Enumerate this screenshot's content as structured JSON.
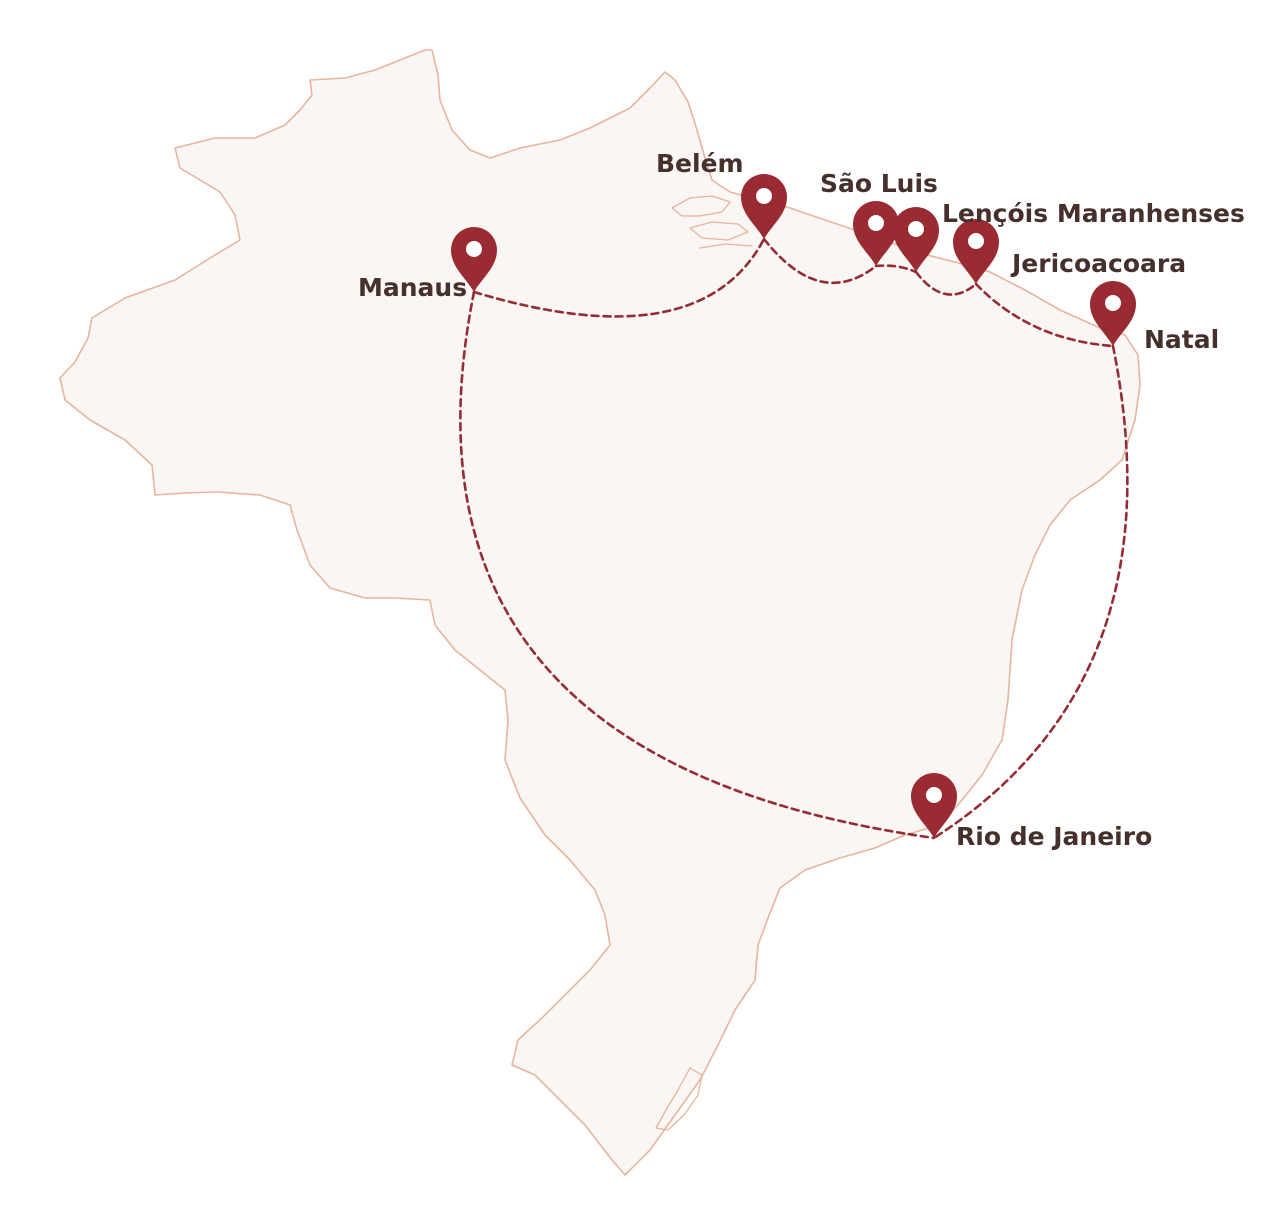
{
  "map": {
    "country": "Brazil",
    "colors": {
      "land": "#f9f6f3",
      "border": "#e7b49c",
      "route": "#952c33",
      "marker": "#9b2b32",
      "label": "#45302c"
    },
    "marker_icon": "map-pin-icon",
    "cities": [
      {
        "id": "manaus",
        "name": "Manaus"
      },
      {
        "id": "belem",
        "name": "Belém"
      },
      {
        "id": "sao-luis",
        "name": "São Luis"
      },
      {
        "id": "lencois",
        "name": "Lençóis Maranhenses"
      },
      {
        "id": "jericoacoara",
        "name": "Jericoacoara"
      },
      {
        "id": "natal",
        "name": "Natal"
      },
      {
        "id": "rio",
        "name": "Rio de Janeiro"
      }
    ],
    "routes": [
      {
        "from": "Manaus",
        "to": "Belém"
      },
      {
        "from": "Belém",
        "to": "São Luis"
      },
      {
        "from": "São Luis",
        "to": "Lençóis Maranhenses"
      },
      {
        "from": "Lençóis Maranhenses",
        "to": "Jericoacoara"
      },
      {
        "from": "Jericoacoara",
        "to": "Natal"
      },
      {
        "from": "Natal",
        "to": "Rio de Janeiro"
      },
      {
        "from": "Manaus",
        "to": "Rio de Janeiro"
      }
    ]
  }
}
